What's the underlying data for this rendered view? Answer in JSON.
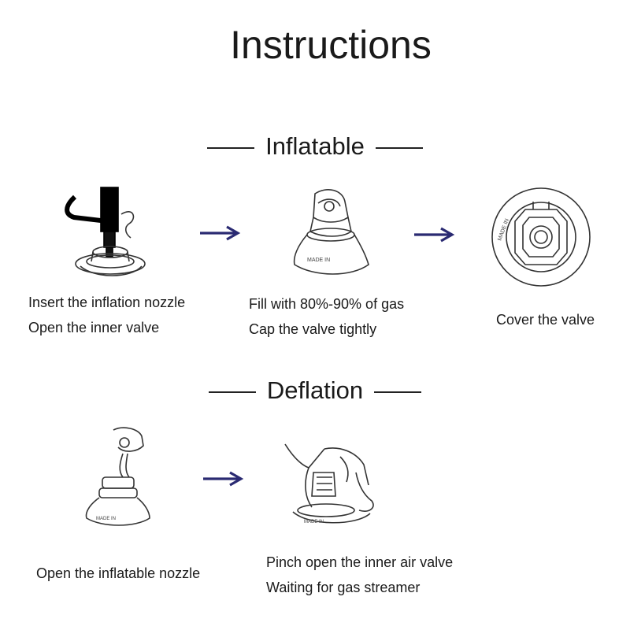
{
  "title": "Instructions",
  "sections": {
    "inflatable": {
      "heading": "Inflatable",
      "steps": [
        {
          "lines": [
            "Insert the inflation nozzle",
            "Open the inner valve"
          ]
        },
        {
          "lines": [
            "Fill with 80%-90% of gas",
            "Cap the valve tightly"
          ]
        },
        {
          "lines": [
            "Cover the valve"
          ]
        }
      ]
    },
    "deflation": {
      "heading": "Deflation",
      "steps": [
        {
          "lines": [
            "Open the inflatable nozzle"
          ]
        },
        {
          "lines": [
            "Pinch open the inner air valve",
            "Waiting for gas streamer"
          ]
        }
      ]
    }
  },
  "colors": {
    "arrow": "#2a2a72",
    "line": "#333333",
    "text": "#1a1a1a"
  },
  "icons": [
    "inflation-pump-nozzle-icon",
    "capped-valve-icon",
    "valve-cover-top-icon",
    "open-nozzle-valve-icon",
    "pinching-hand-valve-icon",
    "right-arrow-icon"
  ]
}
